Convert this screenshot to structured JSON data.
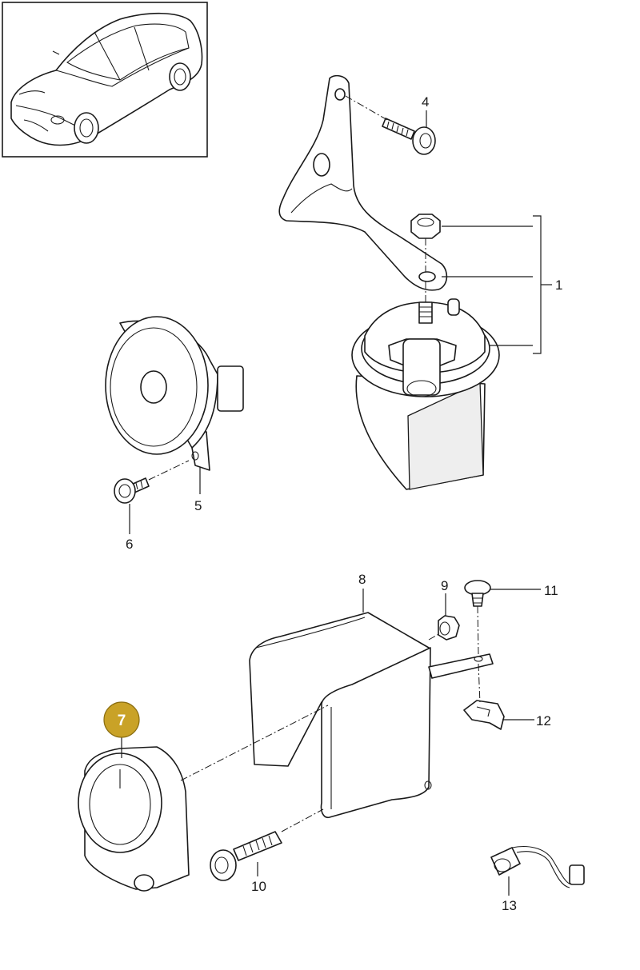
{
  "callouts": {
    "c1": "1",
    "c4": "4",
    "c5": "5",
    "c6": "6",
    "c7": "7",
    "c8": "8",
    "c9": "9",
    "c10": "10",
    "c11": "11",
    "c12": "12",
    "c13": "13"
  },
  "highlight_color": "#c9a227",
  "icons": {
    "vehicle": "car-thumbnail-icon"
  }
}
